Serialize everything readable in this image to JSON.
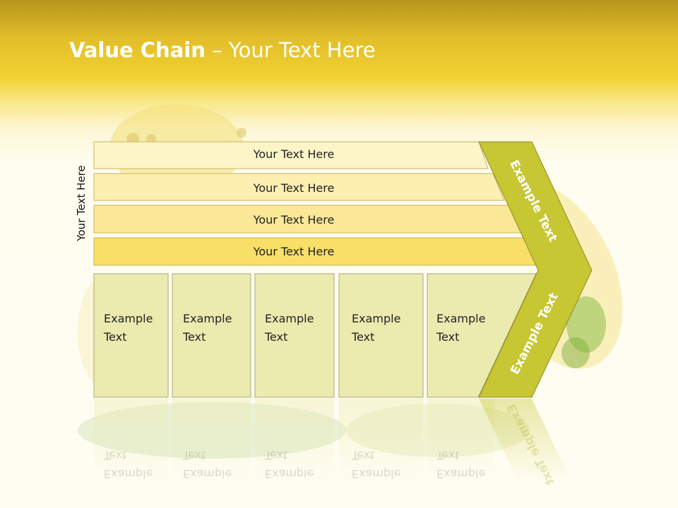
{
  "title": {
    "bold": "Value Chain",
    "rest": " – Your Text Here"
  },
  "side_label": "Your Text Here",
  "bands": [
    {
      "label": "Your Text Here"
    },
    {
      "label": "Your Text Here"
    },
    {
      "label": "Your Text Here"
    },
    {
      "label": "Your Text Here"
    }
  ],
  "cells": [
    {
      "line1": "Example",
      "line2": "Text"
    },
    {
      "line1": "Example",
      "line2": "Text"
    },
    {
      "line1": "Example",
      "line2": "Text"
    },
    {
      "line1": "Example",
      "line2": "Text"
    },
    {
      "line1": "Example",
      "line2": "Text"
    }
  ],
  "chevron": {
    "upper": "Example Text",
    "lower": "Example Text"
  },
  "colors": {
    "chevron": "#c7c633",
    "band_light": "#fdf5c8",
    "band_dark": "#f8df68",
    "cell": "#ebebb0",
    "header": "#eecb30"
  }
}
